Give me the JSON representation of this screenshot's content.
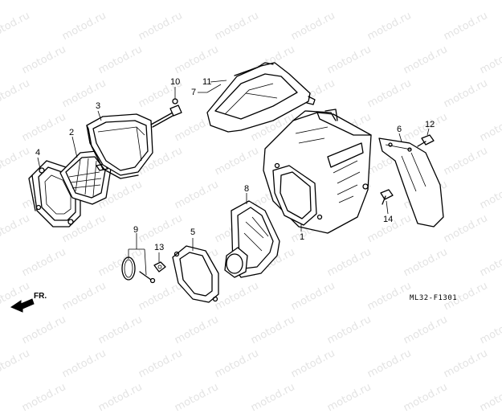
{
  "watermark": "motod.ru",
  "diagram_code": "ML32-F1301",
  "front_arrow_label": "FR.",
  "callouts": {
    "c1": "1",
    "c2": "2",
    "c3": "3",
    "c4": "4",
    "c5": "5",
    "c6": "6",
    "c7": "7",
    "c8": "8",
    "c9": "9",
    "c10": "10",
    "c11": "11",
    "c12": "12",
    "c13": "13",
    "c14": "14"
  }
}
